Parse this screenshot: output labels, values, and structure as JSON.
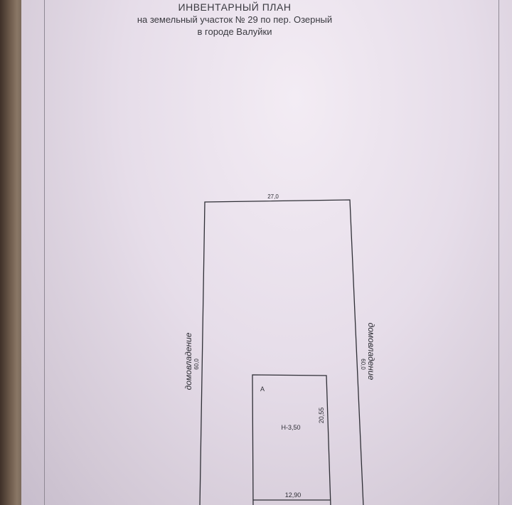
{
  "document": {
    "title": "ИНВЕНТАРНЫЙ ПЛАН",
    "subtitle": "на земельный участок №  29   по пер. Озерный",
    "city_line": "в городе Валуйки"
  },
  "plot": {
    "top_dimension": "27,0",
    "left_neighbor": "домовладение",
    "left_dimension": "60,0",
    "right_neighbor": "домовладение",
    "right_dimension": "60,0"
  },
  "building": {
    "letter": "А",
    "height_label": "Н-3,50",
    "length_dimension": "20,55",
    "width_dimension": "12,90"
  },
  "colors": {
    "paper": "#e6dde9",
    "ink": "#2f2f36",
    "book_spine": "#6d5a4b"
  }
}
